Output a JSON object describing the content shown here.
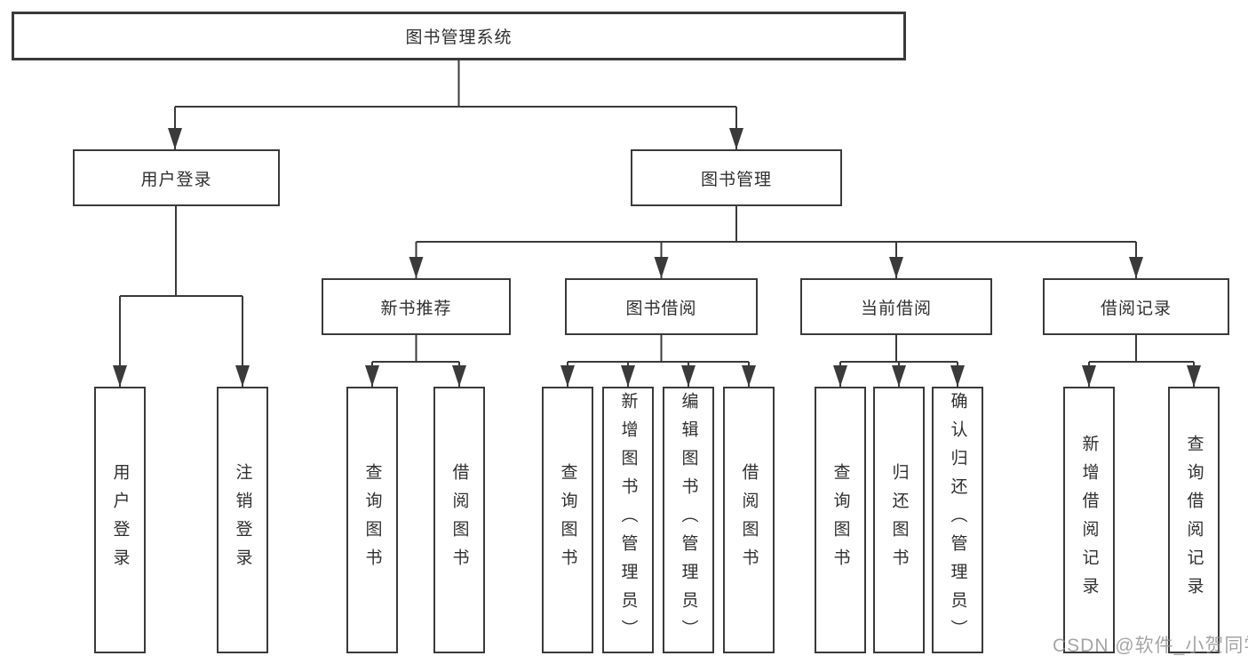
{
  "diagram_title": "图书管理系统",
  "watermark": "CSDN @软件_小贺同学",
  "colors": {
    "line": "#3a3a3a",
    "box_border": "#3a3a3a",
    "text": "#303030",
    "watermark": "#8f8f8f",
    "background": "#ffffff"
  },
  "tree": {
    "root": {
      "label": "图书管理系统"
    },
    "branches": [
      {
        "label": "用户登录",
        "children": [
          {
            "label": "用户登录"
          },
          {
            "label": "注销登录"
          }
        ]
      },
      {
        "label": "图书管理",
        "groups": [
          {
            "label": "新书推荐",
            "children": [
              {
                "label": "查询图书"
              },
              {
                "label": "借阅图书"
              }
            ]
          },
          {
            "label": "图书借阅",
            "children": [
              {
                "label": "查询图书"
              },
              {
                "label": "新增图书（管理员）"
              },
              {
                "label": "编辑图书（管理员）"
              },
              {
                "label": "借阅图书"
              }
            ]
          },
          {
            "label": "当前借阅",
            "children": [
              {
                "label": "查询图书"
              },
              {
                "label": "归还图书"
              },
              {
                "label": "确认归还（管理员）"
              }
            ]
          },
          {
            "label": "借阅记录",
            "children": [
              {
                "label": "新增借阅记录"
              },
              {
                "label": "查询借阅记录"
              }
            ]
          }
        ]
      }
    ]
  }
}
